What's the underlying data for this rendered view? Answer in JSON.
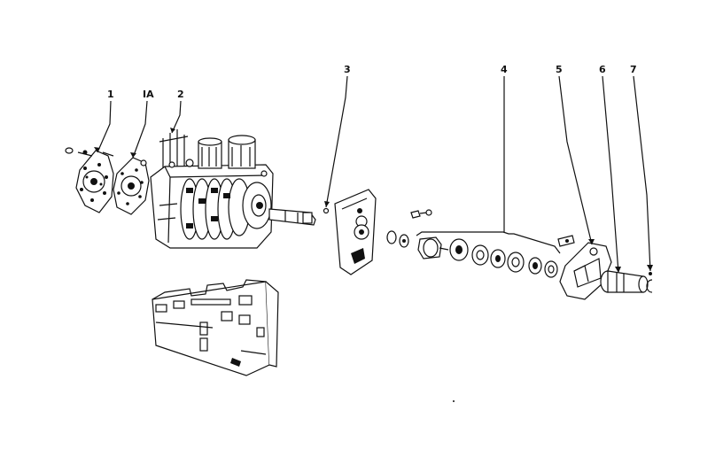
{
  "diagram": {
    "callouts": [
      {
        "id": "c1",
        "label": "1"
      },
      {
        "id": "c1a",
        "label": "IA"
      },
      {
        "id": "c2",
        "label": "2"
      },
      {
        "id": "c3",
        "label": "3"
      },
      {
        "id": "c4",
        "label": "4"
      },
      {
        "id": "c5",
        "label": "5"
      },
      {
        "id": "c6",
        "label": "6"
      },
      {
        "id": "c7",
        "label": "7"
      }
    ]
  }
}
